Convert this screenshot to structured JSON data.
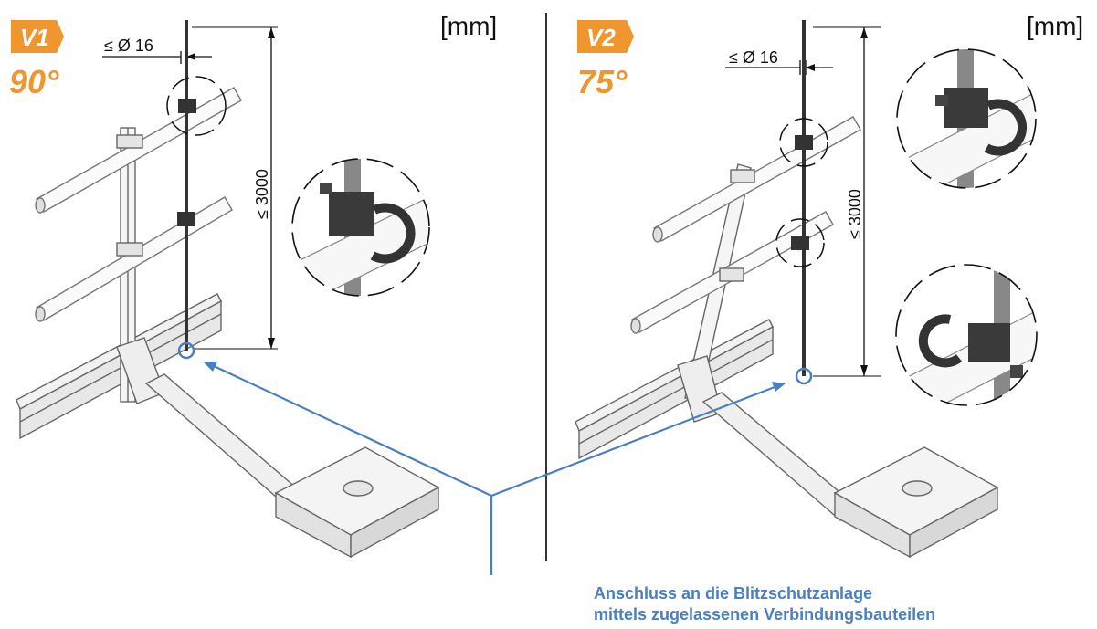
{
  "colors": {
    "accent_orange": "#f0962e",
    "annotation_blue": "#4a7fc1",
    "line": "#555555"
  },
  "unit_label": "[mm]",
  "panels": [
    {
      "variant": "V1",
      "angle": "90°",
      "diameter_label": "≤ Ø 16",
      "height_label": "≤ 3000"
    },
    {
      "variant": "V2",
      "angle": "75°",
      "diameter_label": "≤ Ø 16",
      "height_label": "≤ 3000"
    }
  ],
  "caption": {
    "line1": "Anschluss an die Blitzschutzanlage",
    "line2": "mittels zugelassenen Verbindungsbauteilen"
  }
}
